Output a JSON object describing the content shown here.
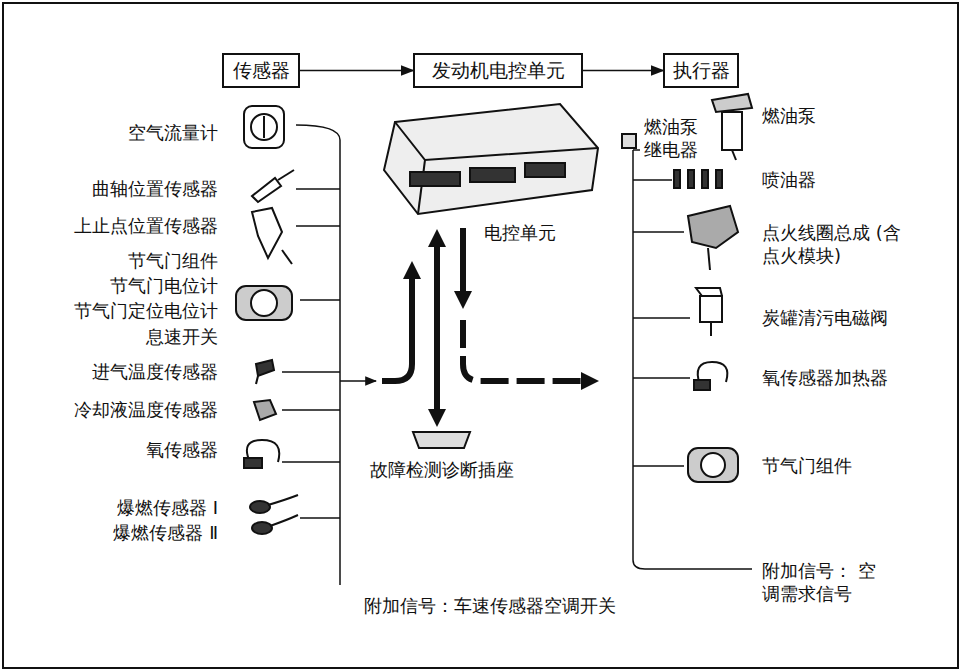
{
  "diagram": {
    "nodes": [
      {
        "text": [
          "传感器"
        ]
      },
      {
        "text": [
          "发动机电控单元"
        ]
      },
      {
        "text": [
          "执行器"
        ]
      }
    ],
    "edges": [
      {
        "from": 0,
        "to": 1,
        "arrow": "to"
      },
      {
        "from": 1,
        "to": 2,
        "arrow": "to"
      }
    ],
    "labels": [
      "空气流量计",
      "曲轴位置传感器",
      "上止点位置传感器",
      "节气门组件",
      "节气门电位计",
      "节气门定位电位计",
      "息速开关",
      "进气温度传感器",
      "冷却液温度传感器",
      "氧传感器",
      "爆燃传感器 Ⅰ",
      "爆燃传感器 Ⅱ",
      "附加信号：车速传感器空调开关",
      "电控单元",
      "故障检测诊断插座",
      "燃油泵",
      "燃油泵 继电器",
      "喷油器",
      "点火线圈总成 (含点火模块)",
      "炭罐清污电磁阀",
      "氧传感器加热器",
      "节气门组件",
      "附加信号： 空调需求信号"
    ]
  }
}
